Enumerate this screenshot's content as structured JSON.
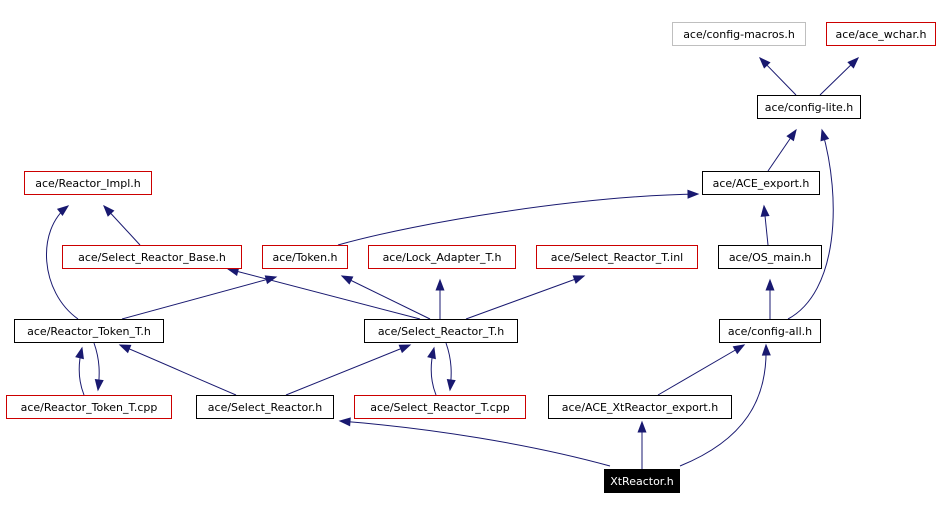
{
  "graph": {
    "edge_color": "#191970",
    "nodes": [
      {
        "id": "config_macros",
        "label": "ace/config-macros.h",
        "border": "#bfbfbf"
      },
      {
        "id": "ace_wchar",
        "label": "ace/ace_wchar.h",
        "border": "#cc0000"
      },
      {
        "id": "config_lite",
        "label": "ace/config-lite.h",
        "border": "#000000"
      },
      {
        "id": "reactor_impl",
        "label": "ace/Reactor_Impl.h",
        "border": "#cc0000"
      },
      {
        "id": "ace_export",
        "label": "ace/ACE_export.h",
        "border": "#000000"
      },
      {
        "id": "select_reactor_base",
        "label": "ace/Select_Reactor_Base.h",
        "border": "#cc0000"
      },
      {
        "id": "token",
        "label": "ace/Token.h",
        "border": "#cc0000"
      },
      {
        "id": "lock_adapter",
        "label": "ace/Lock_Adapter_T.h",
        "border": "#cc0000"
      },
      {
        "id": "select_reactor_t_inl",
        "label": "ace/Select_Reactor_T.inl",
        "border": "#cc0000"
      },
      {
        "id": "os_main",
        "label": "ace/OS_main.h",
        "border": "#000000"
      },
      {
        "id": "reactor_token_t",
        "label": "ace/Reactor_Token_T.h",
        "border": "#000000"
      },
      {
        "id": "select_reactor_t",
        "label": "ace/Select_Reactor_T.h",
        "border": "#000000"
      },
      {
        "id": "config_all",
        "label": "ace/config-all.h",
        "border": "#000000"
      },
      {
        "id": "reactor_token_t_cpp",
        "label": "ace/Reactor_Token_T.cpp",
        "border": "#cc0000"
      },
      {
        "id": "select_reactor",
        "label": "ace/Select_Reactor.h",
        "border": "#000000"
      },
      {
        "id": "select_reactor_t_cpp",
        "label": "ace/Select_Reactor_T.cpp",
        "border": "#cc0000"
      },
      {
        "id": "xtreactor_export",
        "label": "ace/ACE_XtReactor_export.h",
        "border": "#000000"
      },
      {
        "id": "xtreactor",
        "label": "XtReactor.h",
        "border": "#000000",
        "focus": true
      }
    ],
    "edges": [
      {
        "from": "config_lite",
        "to": "config_macros"
      },
      {
        "from": "config_lite",
        "to": "ace_wchar"
      },
      {
        "from": "ace_export",
        "to": "config_lite"
      },
      {
        "from": "config_all",
        "to": "config_lite"
      },
      {
        "from": "select_reactor_base",
        "to": "reactor_impl"
      },
      {
        "from": "reactor_token_t",
        "to": "reactor_impl"
      },
      {
        "from": "token",
        "to": "ace_export"
      },
      {
        "from": "os_main",
        "to": "ace_export"
      },
      {
        "from": "config_all",
        "to": "os_main"
      },
      {
        "from": "reactor_token_t",
        "to": "token"
      },
      {
        "from": "select_reactor_t",
        "to": "select_reactor_base"
      },
      {
        "from": "select_reactor_t",
        "to": "token"
      },
      {
        "from": "select_reactor_t",
        "to": "lock_adapter"
      },
      {
        "from": "select_reactor_t",
        "to": "select_reactor_t_inl"
      },
      {
        "from": "reactor_token_t",
        "to": "reactor_token_t_cpp"
      },
      {
        "from": "reactor_token_t_cpp",
        "to": "reactor_token_t"
      },
      {
        "from": "select_reactor_t",
        "to": "select_reactor_t_cpp"
      },
      {
        "from": "select_reactor_t_cpp",
        "to": "select_reactor_t"
      },
      {
        "from": "select_reactor",
        "to": "reactor_token_t"
      },
      {
        "from": "select_reactor",
        "to": "select_reactor_t"
      },
      {
        "from": "xtreactor_export",
        "to": "config_all"
      },
      {
        "from": "xtreactor",
        "to": "select_reactor"
      },
      {
        "from": "xtreactor",
        "to": "xtreactor_export"
      },
      {
        "from": "xtreactor",
        "to": "config_all"
      }
    ]
  }
}
